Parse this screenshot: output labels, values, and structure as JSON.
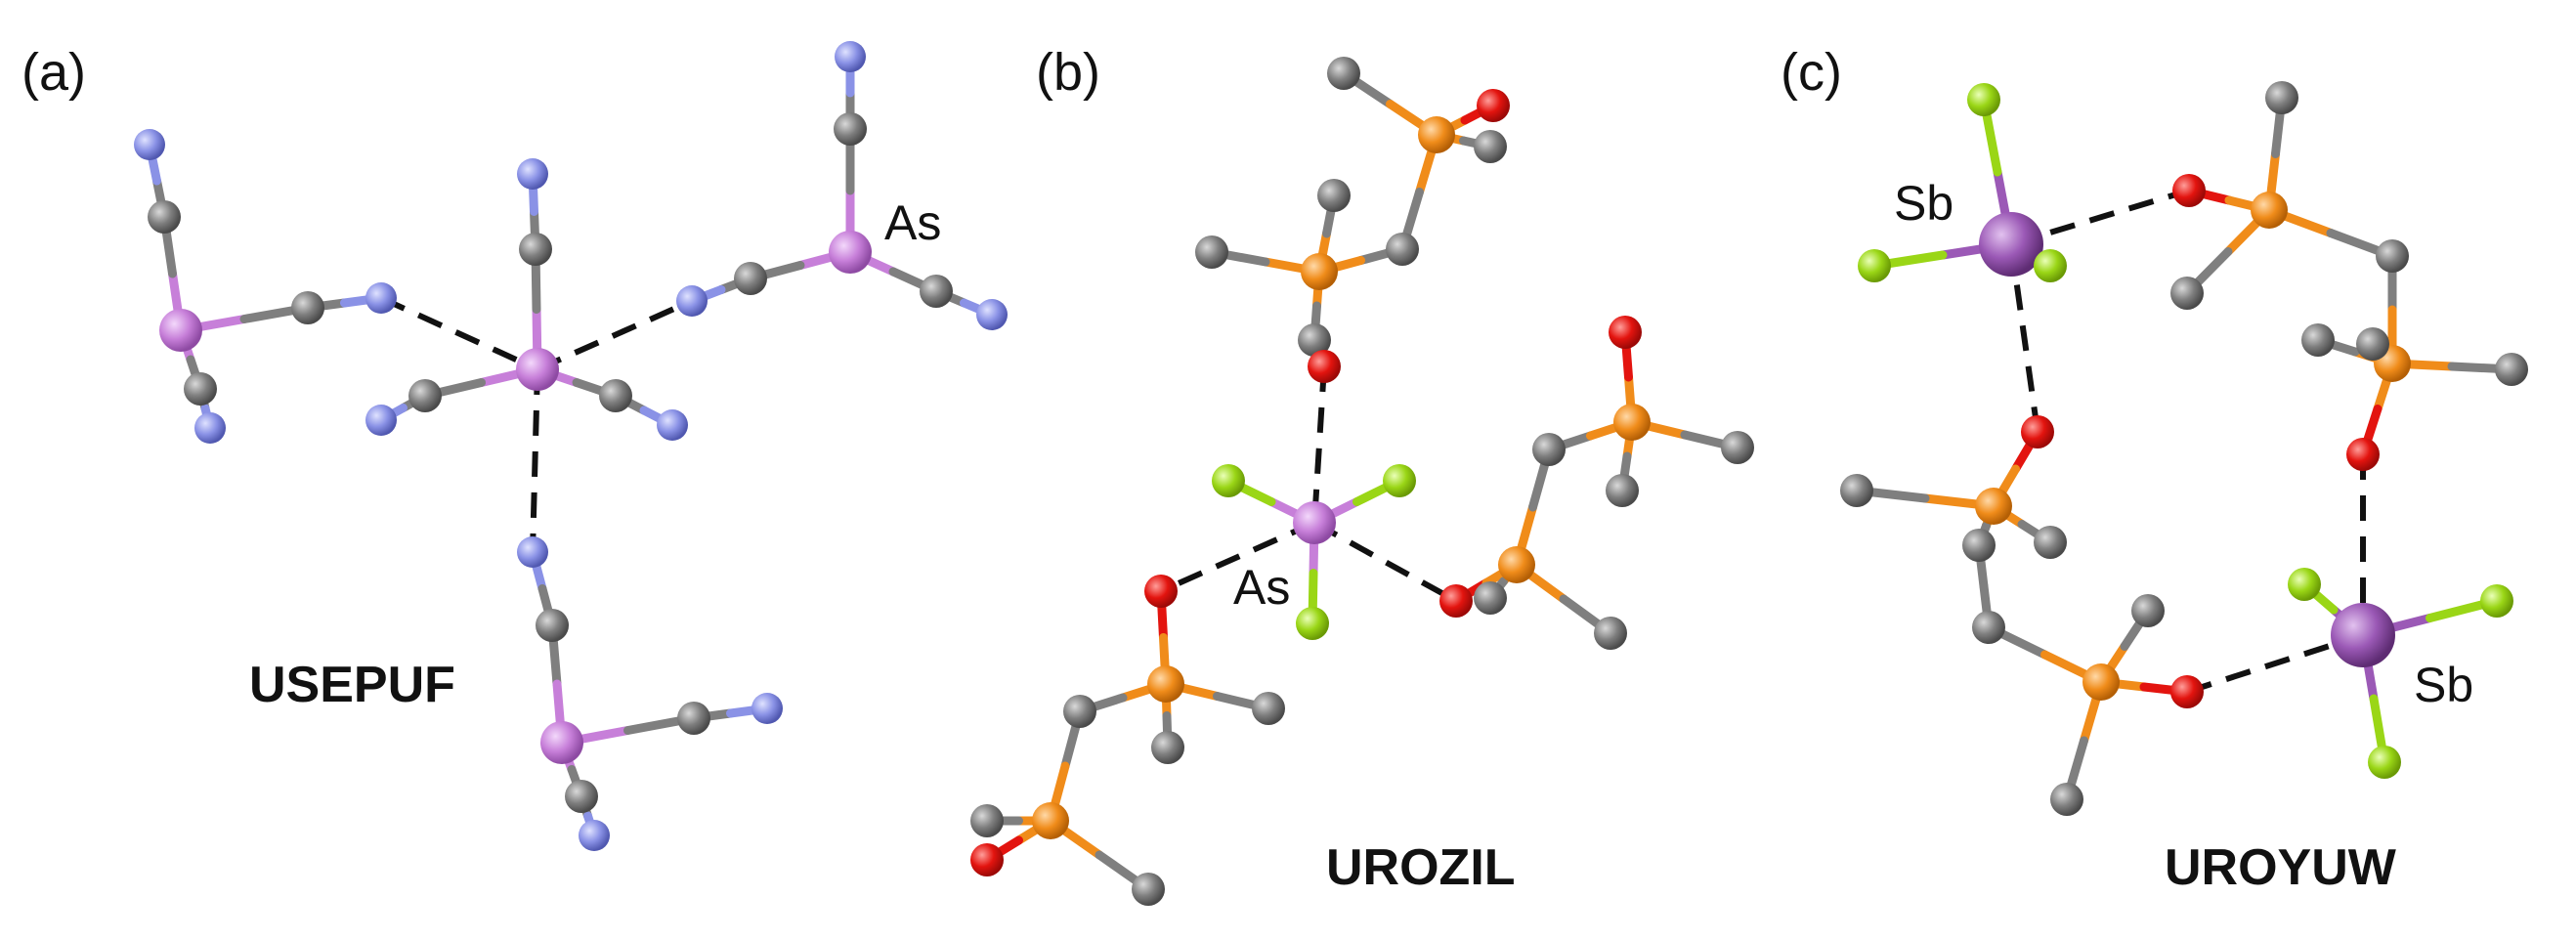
{
  "panels": [
    {
      "label": "(a)",
      "refcode": "USEPUF",
      "atom_labels": [
        "As"
      ]
    },
    {
      "label": "(b)",
      "refcode": "UROZIL",
      "atom_labels": [
        "As"
      ]
    },
    {
      "label": "(c)",
      "refcode": "UROYUW",
      "atom_labels": [
        "Sb",
        "Sb"
      ]
    }
  ],
  "colors": {
    "As": "#c77fd9",
    "Sb": "#9b59b6",
    "N": "#8a92e6",
    "C": "#7f7f7f",
    "P": "#f08c1a",
    "O": "#e3140f",
    "F": "#9ad616",
    "contact_line": "#111111"
  }
}
